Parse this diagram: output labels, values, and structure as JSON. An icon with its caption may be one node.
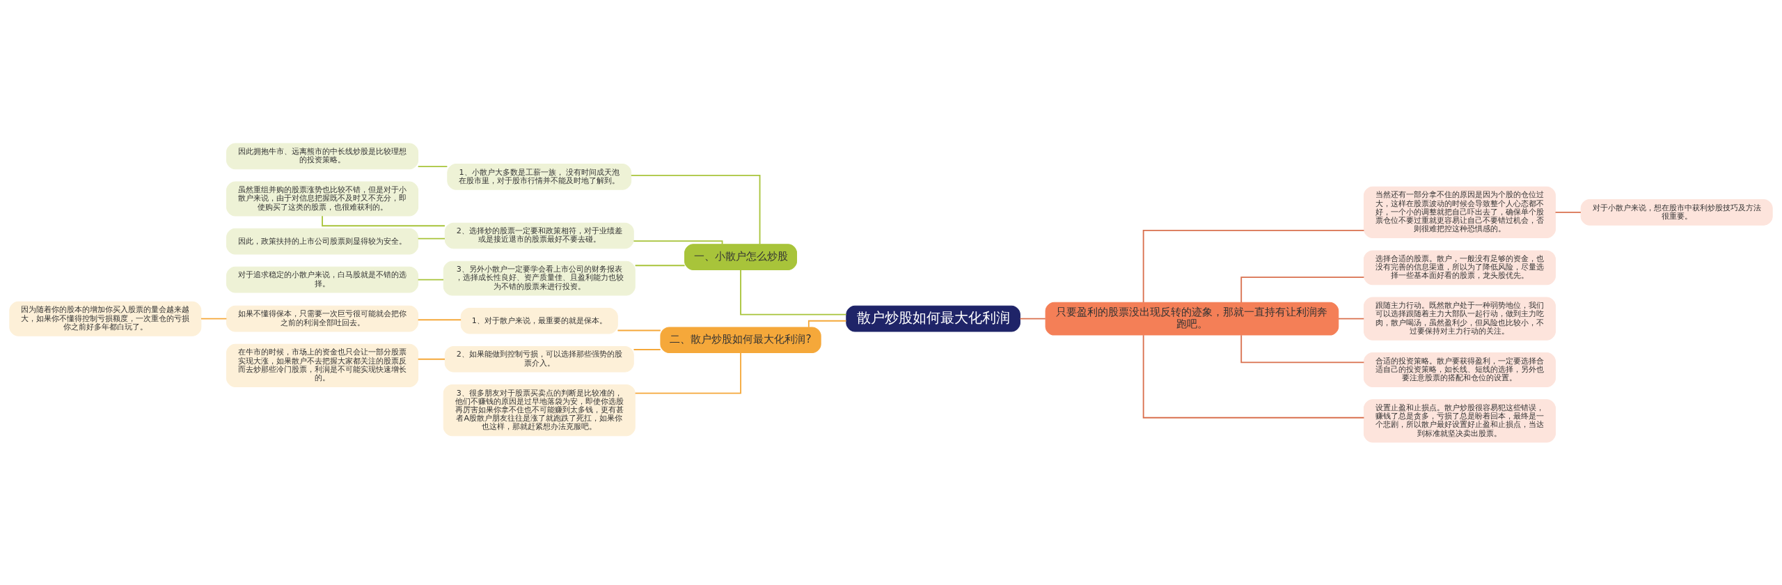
{
  "diagram": {
    "nodes": [
      {
        "text": [
          "散户炒股如何最大化利润"
        ]
      },
      {
        "text": [
          "一、小散户怎么炒股"
        ]
      },
      {
        "text": [
          "1、小散户大多数是工薪一族， 没有时间成天泡在股市里，对于股市行情并不能及时地了解到。"
        ]
      },
      {
        "text": [
          "因此拥抱牛市、远离熊市的中长线炒股是比较理想的投资策略。"
        ]
      },
      {
        "text": [
          "2、选择炒的股票一定要和政策相符，对于业绩差或是接近退市的股票最好不要去碰。"
        ]
      },
      {
        "text": [
          "虽然重组并购的股票涨势也比较不错，但是对于小散户来说，由于对信息把握既不及时又不充分，即使购买了这类的股票，也很难获利的。"
        ]
      },
      {
        "text": [
          "因此，政策扶持的上市公司股票则显得较为安全。"
        ]
      },
      {
        "text": [
          "3、另外小散户一定要学会看上市公司的财务报表，选择成长性良好、资产质量佳、且盈利能力也较为不错的股票来进行投资。"
        ]
      },
      {
        "text": [
          "对于追求稳定的小散户来说，白马股就是不错的选择。"
        ]
      },
      {
        "text": [
          "二、散户炒股如何最大化利润?"
        ]
      },
      {
        "text": [
          "1、对于散户来说，最重要的就是保本。"
        ]
      },
      {
        "text": [
          "如果不懂得保本，只需要一次巨亏很可能就会把你之前的利润全部吐回去。"
        ]
      },
      {
        "text": [
          "因为随着你的股本的增加你买入股票的量会越来越大，如果你不懂得控制亏损额度，一次重仓的亏损你之前好多年都白玩了。"
        ]
      },
      {
        "text": [
          "2、如果能做到控制亏损，可以选择那些强势的股票介入。"
        ]
      },
      {
        "text": [
          "在牛市的时候，市场上的资金也只会让一部分股票实现大涨，如果散户不去把握大家都关注的股票反而去炒那些冷门股票，利润是不可能实现快速增长的。"
        ]
      },
      {
        "text": [
          "3、很多朋友对于股票买卖点的判断是比较准的，他们不赚钱的原因是过早地落袋为安，即使你选股再厉害如果你拿不住也不可能赚到太多钱，更有甚者A股散户朋友往往是涨了就跑跌了死扛，如果你也这样，那就赶紧想办法克服吧。"
        ]
      },
      {
        "text": [
          "只要盈利的股票没出现反转的迹象，那就一直持有让利润奔跑吧。"
        ]
      },
      {
        "text": [
          "当然还有一部分拿不住的原因是因为个股的仓位过大，这样在股票波动的时候会导致整个人心态都不好，一个小的调整就把自己吓出去了，确保单个股票仓位不要过重就更容易让自己不要错过机会，否则很难把控这种恐惧感的。"
        ]
      },
      {
        "text": [
          "对于小散户来说，想在股市中获利炒股技巧及方法很重要。"
        ]
      },
      {
        "text": [
          "选择合适的股票。散户，一般没有足够的资金，也没有完善的信息渠道，所以为了降低风险，尽量选择一些基本面好看的股票，龙头股优先。"
        ]
      },
      {
        "text": [
          "跟随主力行动。既然散户处于一种弱势地位，我们可以选择跟随着主力大部队一起行动，做到主力吃肉，散户喝汤，虽然盈利少，但风险也比较小，不过要保持对主力行动的关注。"
        ]
      },
      {
        "text": [
          "合适的投资策略。散户要获得盈利，一定要选择合适自己的投资策略，如长线、短线的选择，另外也要注意股票的搭配和仓位的设置。"
        ]
      },
      {
        "text": [
          "设置止盈和止损点。散户炒股很容易犯这些错误，赚钱了总是贪多，亏损了总是盼着回本，最终是一个悲剧，所以散户最好设置好止盈和止损点，当达到标准就坚决卖出股票。"
        ]
      }
    ],
    "edges": [
      {
        "from": 0,
        "to": 1,
        "arrow": "none",
        "color": "#a8c43a"
      },
      {
        "from": 1,
        "to": 2,
        "arrow": "none",
        "color": "#a8c43a"
      },
      {
        "from": 2,
        "to": 3,
        "arrow": "none",
        "color": "#a8c43a"
      },
      {
        "from": 1,
        "to": 4,
        "arrow": "none",
        "color": "#a8c43a"
      },
      {
        "from": 4,
        "to": 5,
        "arrow": "none",
        "color": "#a8c43a"
      },
      {
        "from": 4,
        "to": 6,
        "arrow": "none",
        "color": "#a8c43a"
      },
      {
        "from": 1,
        "to": 7,
        "arrow": "none",
        "color": "#a8c43a"
      },
      {
        "from": 7,
        "to": 8,
        "arrow": "none",
        "color": "#a8c43a"
      },
      {
        "from": 0,
        "to": 9,
        "arrow": "none",
        "color": "#f5a83a"
      },
      {
        "from": 9,
        "to": 10,
        "arrow": "none",
        "color": "#f5a83a"
      },
      {
        "from": 10,
        "to": 11,
        "arrow": "none",
        "color": "#f5a83a"
      },
      {
        "from": 11,
        "to": 12,
        "arrow": "none",
        "color": "#f5a83a"
      },
      {
        "from": 9,
        "to": 13,
        "arrow": "none",
        "color": "#f5a83a"
      },
      {
        "from": 13,
        "to": 14,
        "arrow": "none",
        "color": "#f5a83a"
      },
      {
        "from": 9,
        "to": 15,
        "arrow": "none",
        "color": "#f5a83a"
      },
      {
        "from": 0,
        "to": 16,
        "arrow": "none",
        "color": "#d9704e"
      },
      {
        "from": 16,
        "to": 17,
        "arrow": "none",
        "color": "#d9704e"
      },
      {
        "from": 17,
        "to": 18,
        "arrow": "none",
        "color": "#d9704e"
      },
      {
        "from": 16,
        "to": 19,
        "arrow": "none",
        "color": "#d9704e"
      },
      {
        "from": 16,
        "to": 20,
        "arrow": "none",
        "color": "#d9704e"
      },
      {
        "from": 16,
        "to": 21,
        "arrow": "none",
        "color": "#d9704e"
      },
      {
        "from": 16,
        "to": 22,
        "arrow": "none",
        "color": "#d9704e"
      }
    ]
  }
}
